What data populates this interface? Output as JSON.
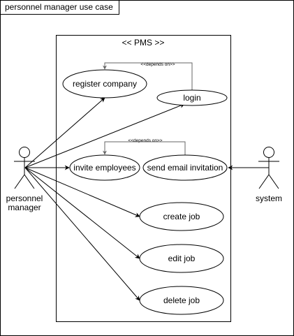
{
  "frame": {
    "title": "personnel manager use case"
  },
  "system_boundary": {
    "title": "<< PMS >>"
  },
  "actors": {
    "personnel_manager": {
      "name_line1": "personnel",
      "name_line2": "manager"
    },
    "system": {
      "name": "system"
    }
  },
  "use_cases": {
    "register_company": "register company",
    "login": "login",
    "invite_employees": "invite employees",
    "send_email_invitation": "send email invitation",
    "create_job": "create job",
    "edit_job": "edit job",
    "delete_job": "delete job"
  },
  "dependencies": {
    "login_register": "<<depends on>>",
    "send_invite": "<<depends on>>"
  },
  "colors": {
    "line": "#000000",
    "dependency_line": "#666666",
    "background": "#ffffff"
  }
}
